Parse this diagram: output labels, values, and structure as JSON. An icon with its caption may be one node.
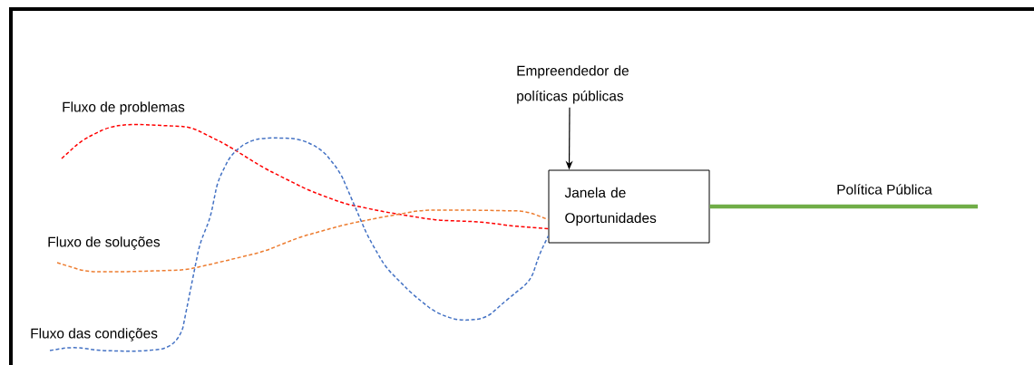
{
  "diagram": {
    "nodes": [
      {
        "text": [
          "Fluxo de problemas"
        ]
      },
      {
        "text": [
          "Fluxo de soluções"
        ]
      },
      {
        "text": [
          "Fluxo das condições"
        ]
      },
      {
        "text": [
          "Empreendedor de políticas públicas"
        ]
      },
      {
        "text": [
          "Janela de Oportunidades"
        ]
      },
      {
        "text": [
          "Política Pública"
        ]
      }
    ],
    "edges": [
      {
        "from": 0,
        "to": 4,
        "arrow": "none",
        "style": "dashed",
        "color": "#ff0000"
      },
      {
        "from": 1,
        "to": 4,
        "arrow": "none",
        "style": "dashed",
        "color": "#ed7d31"
      },
      {
        "from": 2,
        "to": 4,
        "arrow": "none",
        "style": "dashed",
        "color": "#4472c4"
      },
      {
        "from": 3,
        "to": 4,
        "arrow": "to",
        "color": "#000000"
      },
      {
        "from": 4,
        "to": 5,
        "arrow": "none",
        "style": "thick",
        "color": "#70ad47"
      }
    ]
  }
}
